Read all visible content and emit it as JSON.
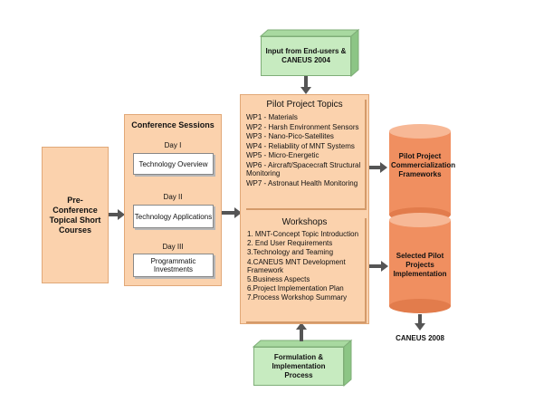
{
  "colors": {
    "box_fill": "#fbd2ad",
    "box_border": "#e1a878",
    "green_box": "#c7ebc0",
    "cylinder": "#f08f60",
    "arrow": "#555555"
  },
  "pre_conference": {
    "label": "Pre-Conference Topical Short Courses"
  },
  "conference": {
    "title": "Conference Sessions",
    "days": [
      {
        "day": "Day I",
        "content": "Technology Overview"
      },
      {
        "day": "Day II",
        "content": "Technology Applications"
      },
      {
        "day": "Day III",
        "content": "Programmatic Investments"
      }
    ]
  },
  "input_box": {
    "label": "Input from End-users & CANEUS 2004"
  },
  "pilot_topics": {
    "title": "Pilot Project Topics",
    "items": [
      "WP1 - Materials",
      "WP2 - Harsh Environment Sensors",
      "WP3 - Nano-Pico-Satellites",
      "WP4 - Reliability of MNT Systems",
      "WP5 - Micro-Energetic",
      "WP6 - Aircraft/Spacecraft Structural Monitoring",
      "WP7 - Astronaut Health Monitoring"
    ]
  },
  "workshops": {
    "title": "Workshops",
    "items": [
      "1. MNT-Concept Topic Introduction",
      "2. End User Requirements",
      "3.Technology and Teaming",
      "4.CANEUS MNT Development Framework",
      "5.Business Aspects",
      "6.Project Implementation Plan",
      "7.Process Workshop Summary"
    ]
  },
  "formulation_box": {
    "label": "Formulation & Implementation Process"
  },
  "cylinder_top": {
    "label": "Pilot Project Commercialization Frameworks"
  },
  "cylinder_bottom": {
    "label": "Selected Pilot Projects Implementation"
  },
  "outcome": {
    "label": "CANEUS 2008"
  }
}
